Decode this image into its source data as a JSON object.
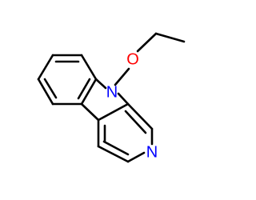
{
  "molecule": {
    "atoms": {
      "ring_nitrogen": {
        "label": "N",
        "color": "#0000ff"
      },
      "pyridine_nitrogen": {
        "label": "N",
        "color": "#0000ff"
      },
      "ether_oxygen": {
        "label": "O",
        "color": "#ff0000"
      }
    }
  }
}
